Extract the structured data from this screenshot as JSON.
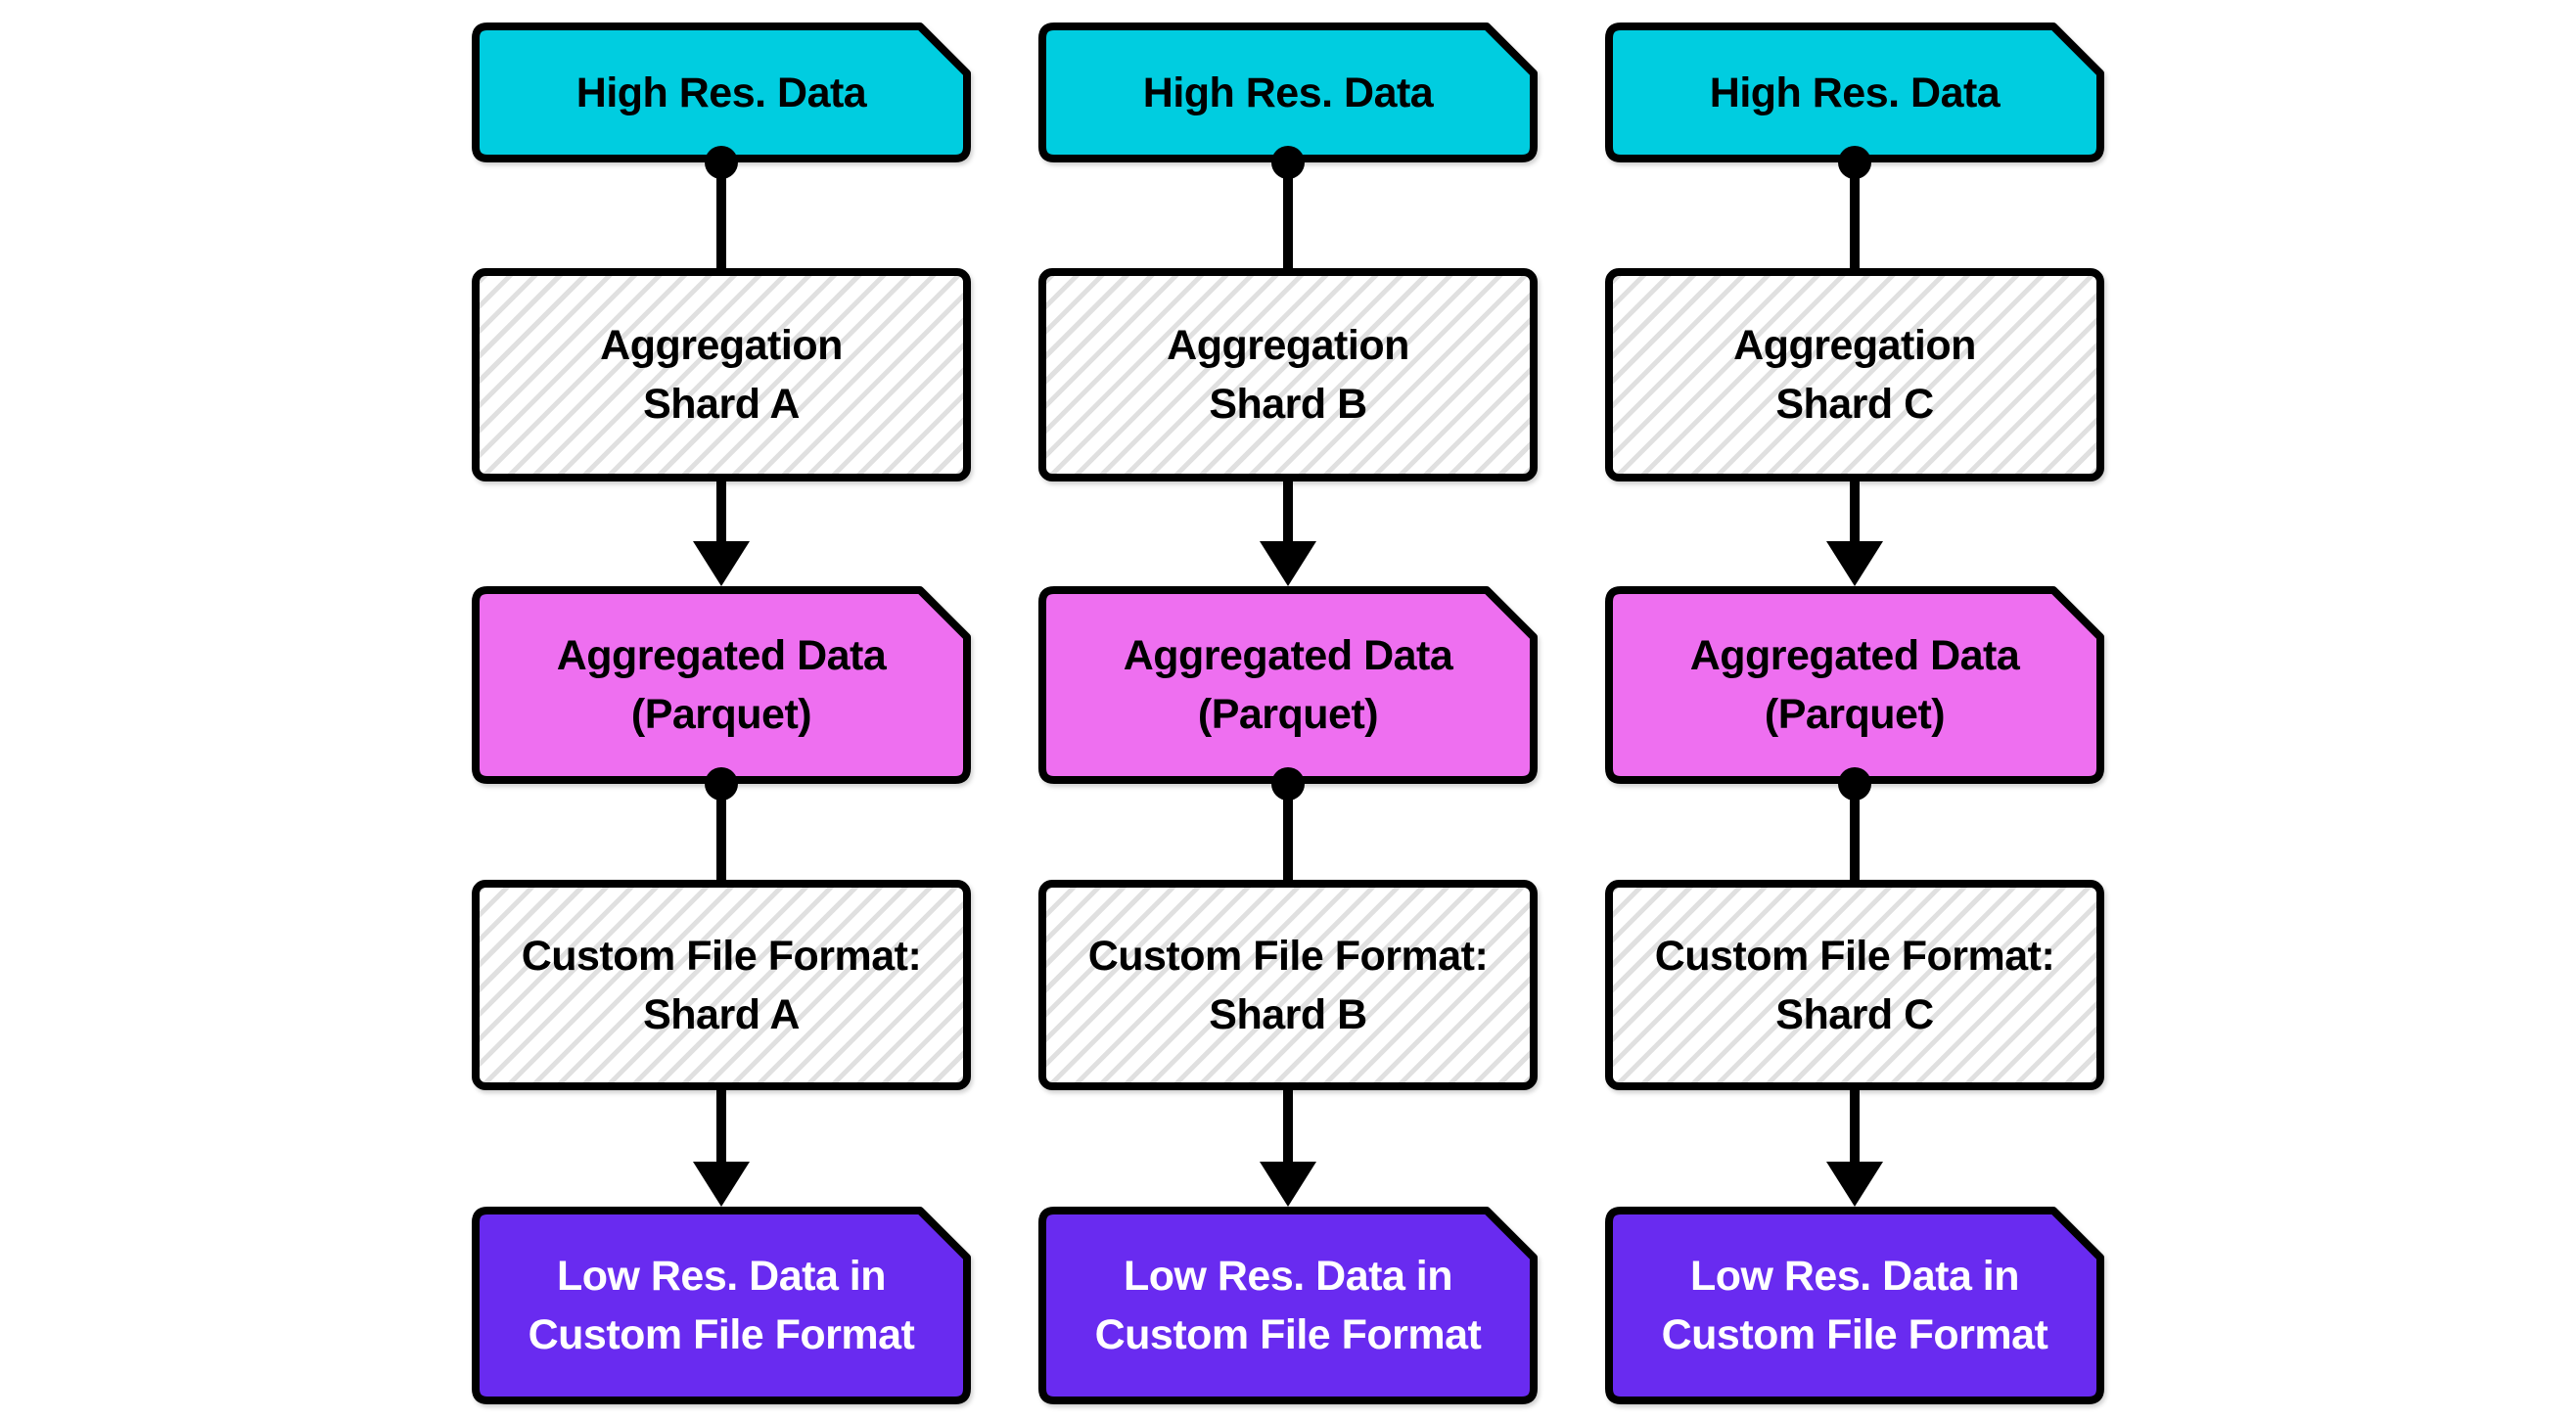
{
  "colors": {
    "node_cyan": "#00CDE0",
    "node_magenta": "#EE6FF0",
    "node_purple": "#692BF0",
    "hatch_stripe": "#E0E0E0",
    "stroke": "#000000",
    "text_dark": "#000000",
    "text_light": "#FFFFFF",
    "background": "#FFFFFF"
  },
  "edges": [
    {
      "from": "high_res",
      "to": "aggregation",
      "marker": "dot-start"
    },
    {
      "from": "aggregation",
      "to": "aggregated",
      "marker": "arrowhead-end"
    },
    {
      "from": "aggregated",
      "to": "custom_format",
      "marker": "dot-start"
    },
    {
      "from": "custom_format",
      "to": "low_res",
      "marker": "arrowhead-end"
    }
  ],
  "columns": [
    {
      "name": "Shard A",
      "nodes": {
        "high_res": {
          "label": "High Res. Data"
        },
        "aggregation": {
          "label": "Aggregation\nShard A"
        },
        "aggregated": {
          "label": "Aggregated Data\n(Parquet)"
        },
        "custom_format": {
          "label": "Custom File Format:\nShard A"
        },
        "low_res": {
          "label": "Low Res. Data in\nCustom File Format"
        }
      }
    },
    {
      "name": "Shard B",
      "nodes": {
        "high_res": {
          "label": "High Res. Data"
        },
        "aggregation": {
          "label": "Aggregation\nShard B"
        },
        "aggregated": {
          "label": "Aggregated Data\n(Parquet)"
        },
        "custom_format": {
          "label": "Custom File Format:\nShard B"
        },
        "low_res": {
          "label": "Low Res. Data in\nCustom File Format"
        }
      }
    },
    {
      "name": "Shard C",
      "nodes": {
        "high_res": {
          "label": "High Res. Data"
        },
        "aggregation": {
          "label": "Aggregation\nShard C"
        },
        "aggregated": {
          "label": "Aggregated Data\n(Parquet)"
        },
        "custom_format": {
          "label": "Custom File Format:\nShard C"
        },
        "low_res": {
          "label": "Low Res. Data in\nCustom File Format"
        }
      }
    }
  ]
}
